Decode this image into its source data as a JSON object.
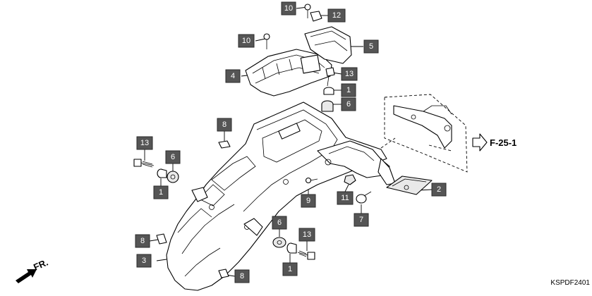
{
  "diagram": {
    "reference_label": "F-25-1",
    "front_label": "FR.",
    "drawing_code": "KSPDF2401",
    "callouts": [
      "10",
      "12",
      "10",
      "5",
      "4",
      "13",
      "1",
      "6",
      "8",
      "13",
      "6",
      "1",
      "9",
      "11",
      "7",
      "2",
      "8",
      "3",
      "6",
      "13",
      "1",
      "8"
    ]
  }
}
